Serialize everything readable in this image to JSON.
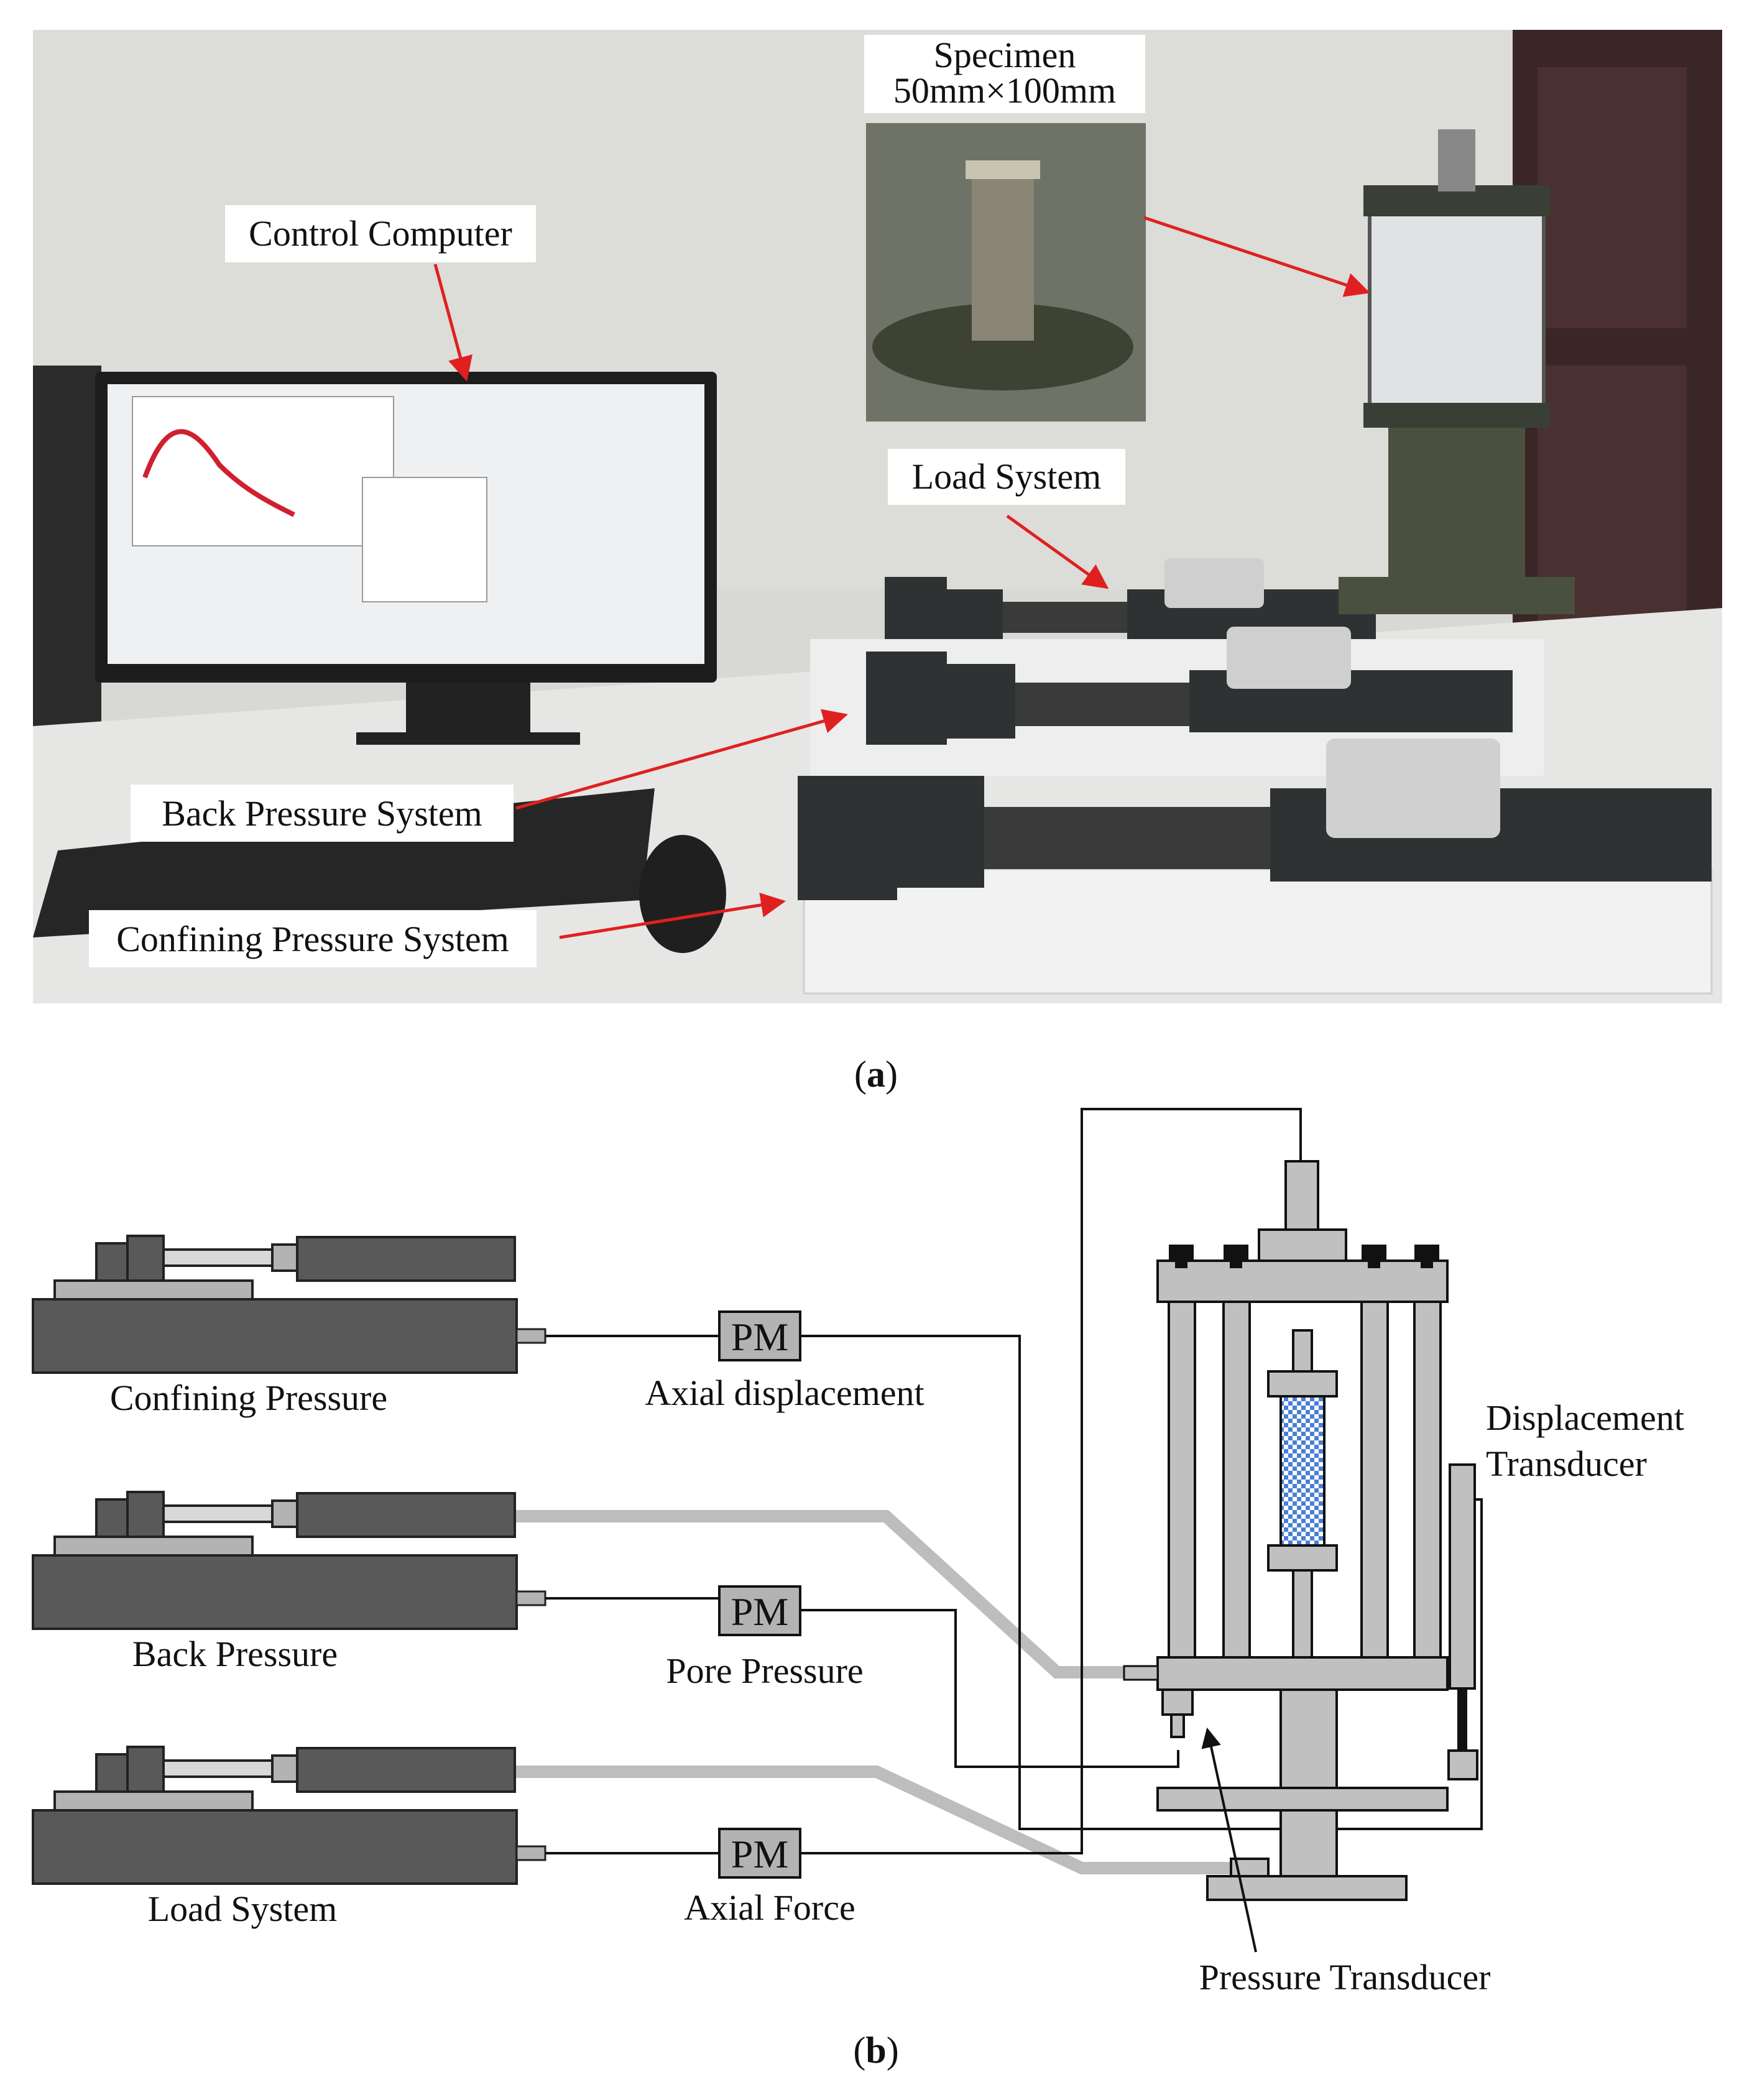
{
  "panel_a": {
    "caption_open": "(",
    "caption_letter": "a",
    "caption_close": ")",
    "callouts": {
      "control_computer": "Control Computer",
      "specimen_title": "Specimen",
      "specimen_size": "50mm×100mm",
      "load_system": "Load System",
      "back_pressure_system": "Back Pressure System",
      "confining_pressure_system": "Confining Pressure System"
    },
    "colors": {
      "arrow": "#e02020",
      "wall": "#d8d8d4",
      "table": "#e6e6e4",
      "device": "#2f3233"
    }
  },
  "panel_b": {
    "caption_open": "(",
    "caption_letter": "b",
    "caption_close": ")",
    "controllers": [
      "Confining Pressure",
      "Back Pressure",
      "Load System"
    ],
    "pm_label": "PM",
    "pm_captions": [
      "Axial displacement",
      "Pore Pressure",
      "Axial Force"
    ],
    "displacement_transducer_line1": "Displacement",
    "displacement_transducer_line2": "Transducer",
    "pressure_transducer": "Pressure Transducer",
    "colors": {
      "pump_dark": "#595959",
      "pump_light": "#b3b3b3",
      "frame": "#c0c0c0",
      "specimen": "#4a7fd6",
      "hose": "#bdbdbd"
    }
  }
}
